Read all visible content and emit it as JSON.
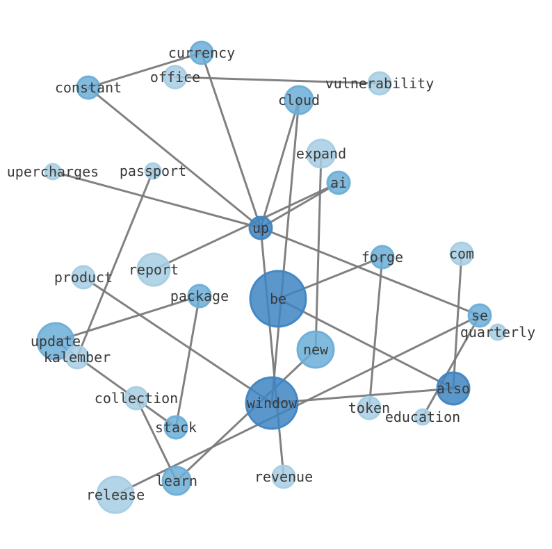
{
  "graph": {
    "nodes": [
      {
        "id": "currency",
        "label": "currency",
        "shade": "mid"
      },
      {
        "id": "office",
        "label": "office",
        "shade": "light"
      },
      {
        "id": "vulnerability",
        "label": "vulnerability",
        "shade": "light"
      },
      {
        "id": "constant",
        "label": "constant",
        "shade": "mid"
      },
      {
        "id": "cloud",
        "label": "cloud",
        "shade": "mid"
      },
      {
        "id": "expand",
        "label": "expand",
        "shade": "light"
      },
      {
        "id": "upercharges",
        "label": "upercharges",
        "shade": "light"
      },
      {
        "id": "passport",
        "label": "passport",
        "shade": "light"
      },
      {
        "id": "ai",
        "label": "ai",
        "shade": "mid"
      },
      {
        "id": "up",
        "label": "up",
        "shade": "dark"
      },
      {
        "id": "report",
        "label": "report",
        "shade": "light"
      },
      {
        "id": "forge",
        "label": "forge",
        "shade": "mid"
      },
      {
        "id": "com",
        "label": "com",
        "shade": "light"
      },
      {
        "id": "product",
        "label": "product",
        "shade": "light"
      },
      {
        "id": "package",
        "label": "package",
        "shade": "mid"
      },
      {
        "id": "be",
        "label": "be",
        "shade": "dark"
      },
      {
        "id": "se",
        "label": "se",
        "shade": "mid"
      },
      {
        "id": "quarterly",
        "label": "quarterly",
        "shade": "light"
      },
      {
        "id": "update",
        "label": "update",
        "shade": "mid"
      },
      {
        "id": "kalember",
        "label": "kalember",
        "shade": "light"
      },
      {
        "id": "new",
        "label": "new",
        "shade": "mid"
      },
      {
        "id": "also",
        "label": "also",
        "shade": "dark"
      },
      {
        "id": "collection",
        "label": "collection",
        "shade": "light"
      },
      {
        "id": "window",
        "label": "window",
        "shade": "dark"
      },
      {
        "id": "token",
        "label": "token",
        "shade": "light"
      },
      {
        "id": "education",
        "label": "education",
        "shade": "light"
      },
      {
        "id": "stack",
        "label": "stack",
        "shade": "mid"
      },
      {
        "id": "revenue",
        "label": "revenue",
        "shade": "light"
      },
      {
        "id": "learn",
        "label": "learn",
        "shade": "mid"
      },
      {
        "id": "release",
        "label": "release",
        "shade": "light"
      }
    ],
    "edges": [
      [
        "currency",
        "constant"
      ],
      [
        "currency",
        "up"
      ],
      [
        "office",
        "vulnerability"
      ],
      [
        "constant",
        "up"
      ],
      [
        "cloud",
        "up"
      ],
      [
        "cloud",
        "window"
      ],
      [
        "expand",
        "new"
      ],
      [
        "upercharges",
        "up"
      ],
      [
        "passport",
        "kalember"
      ],
      [
        "ai",
        "up"
      ],
      [
        "ai",
        "report"
      ],
      [
        "up",
        "se"
      ],
      [
        "up",
        "revenue"
      ],
      [
        "be",
        "forge"
      ],
      [
        "be",
        "also"
      ],
      [
        "forge",
        "token"
      ],
      [
        "com",
        "also"
      ],
      [
        "product",
        "window"
      ],
      [
        "package",
        "update"
      ],
      [
        "package",
        "stack"
      ],
      [
        "update",
        "stack"
      ],
      [
        "se",
        "release"
      ],
      [
        "se",
        "education"
      ],
      [
        "new",
        "learn"
      ],
      [
        "window",
        "also"
      ],
      [
        "collection",
        "learn"
      ]
    ],
    "colors": {
      "light": "#a6cee3",
      "mid": "#6baed6",
      "dark": "#3f85c2",
      "edge": "#7a7a7a",
      "text": "#3a3a3a"
    }
  }
}
